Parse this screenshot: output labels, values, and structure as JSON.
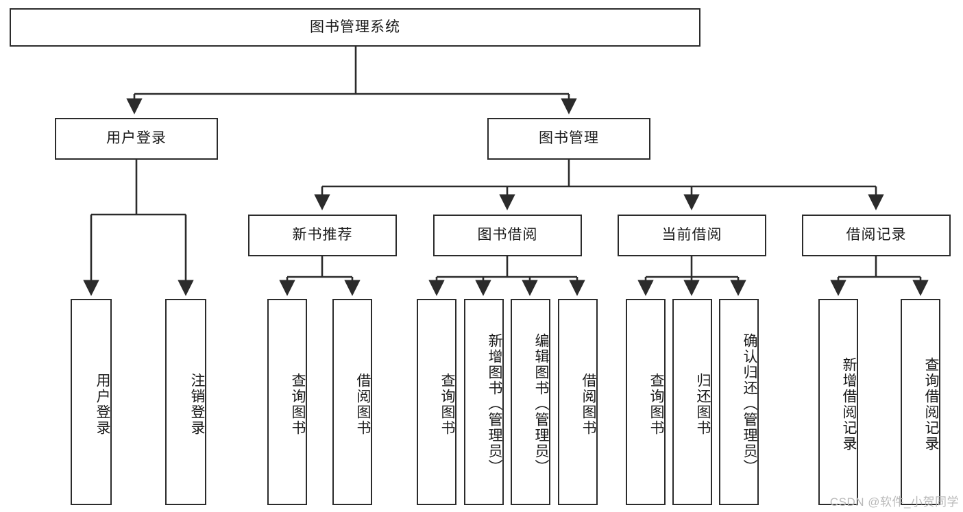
{
  "diagram": {
    "type": "tree-hierarchy",
    "title": "图书管理系统",
    "watermark": "CSDN @软件_小贺同学",
    "colors": {
      "border": "#2b2b2b",
      "background": "#ffffff",
      "text": "#1a1a1a",
      "watermark": "#b9b9b9"
    },
    "root": {
      "label": "图书管理系统"
    },
    "level2": [
      {
        "label": "用户登录"
      },
      {
        "label": "图书管理"
      }
    ],
    "level3": [
      {
        "label": "新书推荐"
      },
      {
        "label": "图书借阅"
      },
      {
        "label": "当前借阅"
      },
      {
        "label": "借阅记录"
      }
    ],
    "leaves": {
      "user_login": [
        {
          "label": "用户登录"
        },
        {
          "label": "注销登录"
        }
      ],
      "new_book_recommend": [
        {
          "label": "查询图书"
        },
        {
          "label": "借阅图书"
        }
      ],
      "book_borrow": [
        {
          "label": "查询图书"
        },
        {
          "label": "新增图书（管理员）"
        },
        {
          "label": "编辑图书（管理员）"
        },
        {
          "label": "借阅图书"
        }
      ],
      "current_borrow": [
        {
          "label": "查询图书"
        },
        {
          "label": "归还图书"
        },
        {
          "label": "确认归还（管理员）"
        }
      ],
      "borrow_record": [
        {
          "label": "新增借阅记录"
        },
        {
          "label": "查询借阅记录"
        }
      ]
    }
  }
}
